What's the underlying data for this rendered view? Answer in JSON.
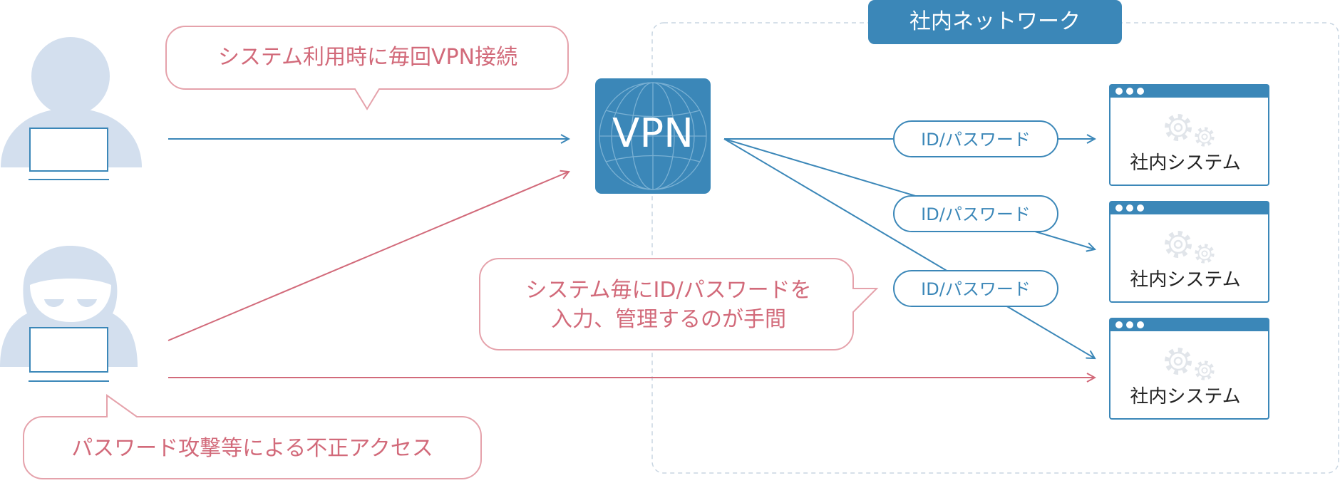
{
  "network": {
    "title": "社内ネットワーク"
  },
  "vpn": {
    "label": "VPN"
  },
  "bubbles": {
    "user_connect": "システム利用時に毎回VPN接続",
    "id_management": [
      "システム毎にID/パスワードを",
      "入力、管理するのが手間"
    ],
    "attack": "パスワード攻撃等による不正アクセス"
  },
  "credential_pills": [
    "ID/パスワード",
    "ID/パスワード",
    "ID/パスワード"
  ],
  "systems": [
    {
      "label": "社内システム"
    },
    {
      "label": "社内システム"
    },
    {
      "label": "社内システム"
    }
  ],
  "colors": {
    "blue": "#3b87b8",
    "red": "#d26a7a",
    "person": "#d3dfee",
    "network_border": "#c9d6e2"
  }
}
